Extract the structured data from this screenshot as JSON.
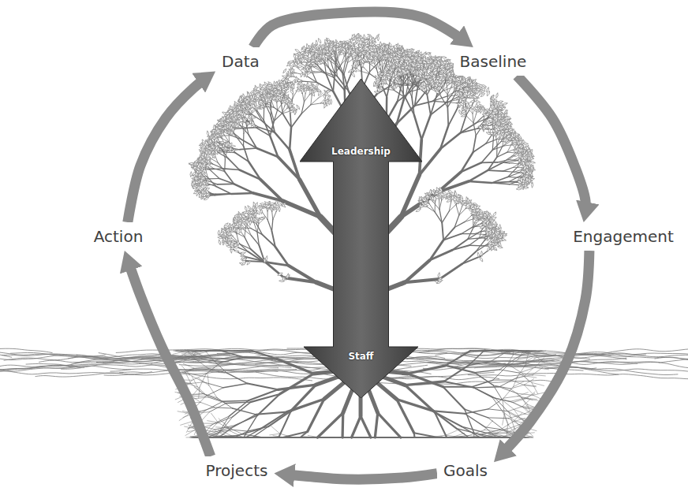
{
  "diagram": {
    "nodes": [
      {
        "text": [
          "Data"
        ]
      },
      {
        "text": [
          "Baseline"
        ]
      },
      {
        "text": [
          "Leadership",
          "Staff"
        ]
      },
      {
        "text": [
          "Action"
        ]
      },
      {
        "text": [
          "Engagement"
        ]
      },
      {
        "text": [
          "Projects"
        ]
      },
      {
        "text": [
          "Goals"
        ]
      }
    ],
    "edges": [
      {
        "from": 0,
        "to": 1,
        "arrow": "to"
      },
      {
        "from": 1,
        "to": 4,
        "arrow": "to"
      },
      {
        "from": 4,
        "to": 6,
        "arrow": "to"
      },
      {
        "from": 6,
        "to": 5,
        "arrow": "to"
      },
      {
        "from": 5,
        "to": 3,
        "arrow": "to"
      },
      {
        "from": 3,
        "to": 0,
        "arrow": "to"
      }
    ]
  }
}
